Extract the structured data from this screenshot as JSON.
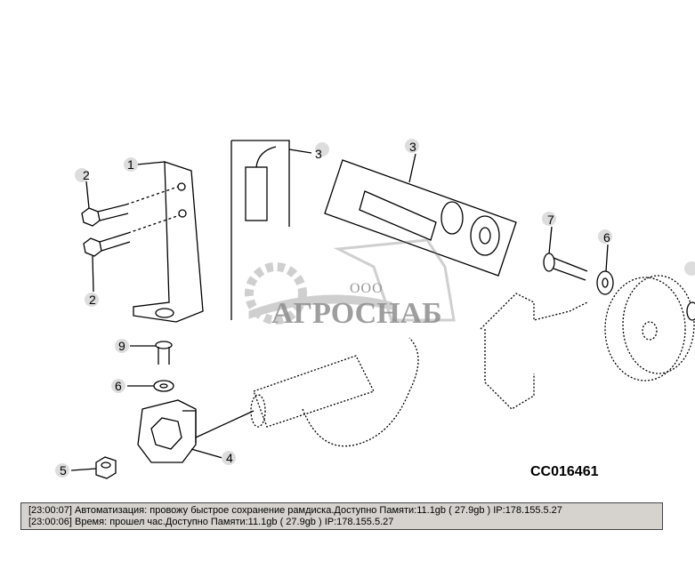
{
  "diagram": {
    "callouts": [
      "1",
      "2",
      "2",
      "3",
      "3",
      "7",
      "6",
      "6",
      "9",
      "4",
      "5"
    ],
    "code": "CC016461"
  },
  "watermark": {
    "prefix": "ООО",
    "name": "АГРОСНАБ"
  },
  "log": {
    "lines": [
      "[23:00:07]  Автоматизация: провожу быстрое сохранение рамдиска.Доступно Памяти:11.1gb  ( 27.9gb ) IP:178.155.5.27",
      "[23:00:06]  Время: прошел час.Доступно Памяти:11.1gb  ( 27.9gb ) IP:178.155.5.27"
    ]
  }
}
